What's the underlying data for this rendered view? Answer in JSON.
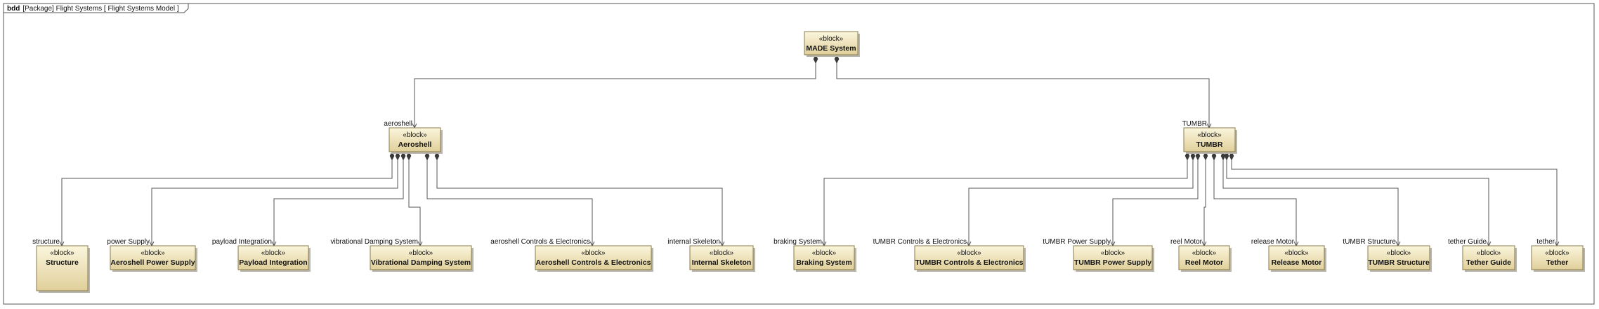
{
  "frame": {
    "kind": "bdd",
    "title": "[Package] Flight Systems [ Flight Systems Model ]"
  },
  "stereotype": "«block»",
  "blocks": {
    "root": {
      "name": "MADE System"
    },
    "aeroshell": {
      "name": "Aeroshell"
    },
    "tumbr": {
      "name": "TUMBR"
    },
    "structure": {
      "name": "Structure"
    },
    "aeroshell_power_supply": {
      "name": "Aeroshell Power Supply"
    },
    "payload_integration": {
      "name": "Payload Integration"
    },
    "vibrational_damping_system": {
      "name": "Vibrational Damping System"
    },
    "aeroshell_controls_electronics": {
      "name": "Aeroshell Controls & Electronics"
    },
    "internal_skeleton": {
      "name": "Internal Skeleton"
    },
    "braking_system": {
      "name": "Braking System"
    },
    "tumbr_controls_electronics": {
      "name": "TUMBR Controls & Electronics"
    },
    "tumbr_power_supply": {
      "name": "TUMBR Power Supply"
    },
    "reel_motor": {
      "name": "Reel Motor"
    },
    "release_motor": {
      "name": "Release Motor"
    },
    "tumbr_structure": {
      "name": "TUMBR Structure"
    },
    "tether_guide": {
      "name": "Tether Guide"
    },
    "tether": {
      "name": "Tether"
    }
  },
  "roles": {
    "aeroshell": "aeroshell",
    "tumbr": "TUMBR",
    "structure": "structure",
    "aeroshell_power_supply": "power Supply",
    "payload_integration": "payload Integration",
    "vibrational_damping_system": "vibrational Damping System",
    "aeroshell_controls_electronics": "aeroshell Controls & Electronics",
    "internal_skeleton": "internal Skeleton",
    "braking_system": "braking System",
    "tumbr_controls_electronics": "tUMBR Controls & Electronics",
    "tumbr_power_supply": "tUMBR Power Supply",
    "reel_motor": "reel Motor",
    "release_motor": "release Motor",
    "tumbr_structure": "tUMBR Structure",
    "tether_guide": "tether Guide",
    "tether": "tether"
  },
  "colors": {
    "block_top": "#fbf6dd",
    "block_bottom": "#e0cf9a",
    "border": "#8a7a4a",
    "line": "#555555"
  }
}
